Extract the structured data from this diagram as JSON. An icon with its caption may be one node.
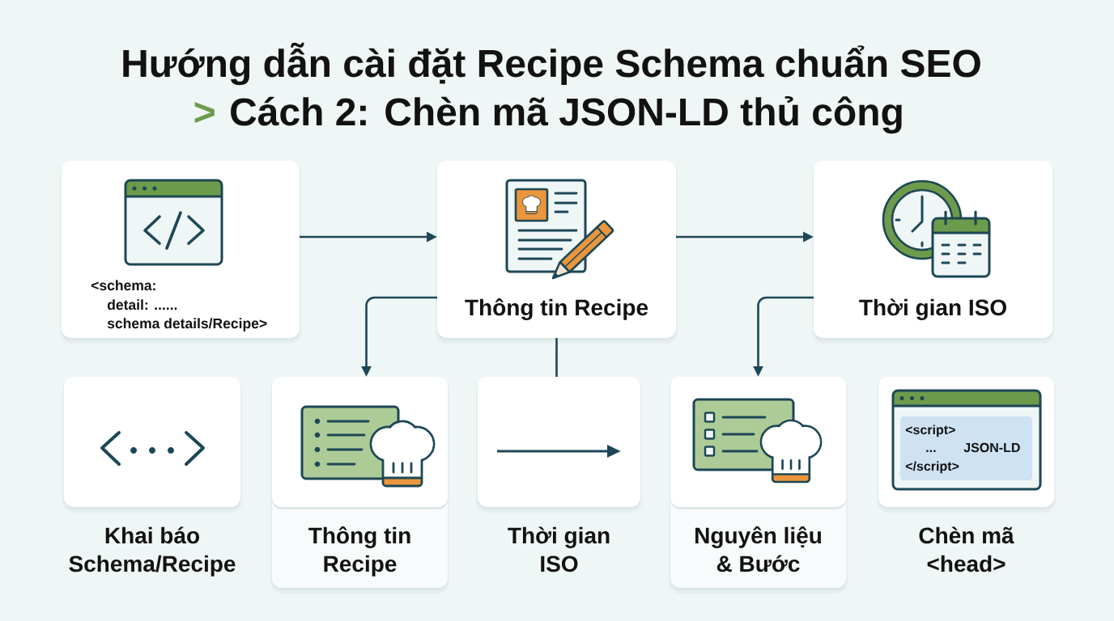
{
  "diagram": {
    "title": "Hướng dẫn cài đặt Recipe Schema chuẩn SEO",
    "nodes": [
      {
        "text": [
          "<schema:",
          "detail: ......",
          "schema details/Recipe>"
        ]
      },
      {
        "text": [
          "Thông tin Recipe"
        ]
      },
      {
        "text": [
          "Thời gian ISO"
        ]
      },
      {
        "text": [
          "Khai báo Schema/Recipe"
        ]
      },
      {
        "text": [
          "Thông tin Recipe"
        ]
      },
      {
        "text": [
          "Thời gian ISO"
        ]
      },
      {
        "text": [
          "Nguyên liệu & Bước"
        ]
      },
      {
        "text": [
          "<script>",
          "...",
          "JSON-LD",
          "</script>",
          "Chèn mã <head>"
        ]
      }
    ],
    "edges": [
      {
        "from": 0,
        "to": 1,
        "arrow": "to"
      },
      {
        "from": 1,
        "to": 2,
        "arrow": "to"
      },
      {
        "from": 1,
        "to": 4,
        "arrow": "to"
      },
      {
        "from": 1,
        "to": 5,
        "arrow": "none"
      },
      {
        "from": 2,
        "to": 6,
        "arrow": "to"
      }
    ],
    "labels": [
      ">",
      "Cách 2: Chèn mã JSON-LD thủ công"
    ]
  }
}
